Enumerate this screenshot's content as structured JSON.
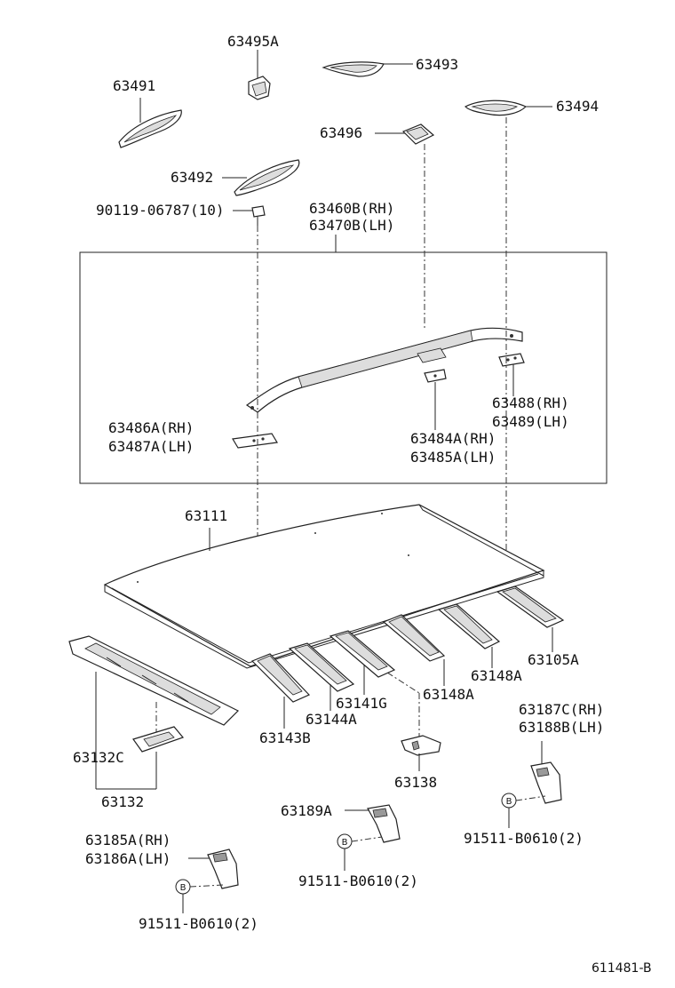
{
  "labels": {
    "p63495A": "63495A",
    "p63493": "63493",
    "p63491": "63491",
    "p63494": "63494",
    "p63496": "63496",
    "p63492": "63492",
    "p90119": "90119-06787(10)",
    "p63460B": "63460B(RH)",
    "p63470B": "63470B(LH)",
    "p63488": "63488(RH)",
    "p63489": "63489(LH)",
    "p63486A": "63486A(RH)",
    "p63487A": "63487A(LH)",
    "p63484A": "63484A(RH)",
    "p63485A": "63485A(LH)",
    "p63111": "63111",
    "p63105A": "63105A",
    "p63148A_1": "63148A",
    "p63148A_2": "63148A",
    "p63141G": "63141G",
    "p63144A": "63144A",
    "p63143B": "63143B",
    "p63132C": "63132C",
    "p63132": "63132",
    "p63138": "63138",
    "p63187C": "63187C(RH)",
    "p63188B": "63188B(LH)",
    "p63189A": "63189A",
    "p91511_right": "91511-B0610(2)",
    "p91511_mid": "91511-B0610(2)",
    "p91511_left": "91511-B0610(2)",
    "p63185A": "63185A(RH)",
    "p63186A": "63186A(LH)",
    "bolt_b1": "B",
    "bolt_b2": "B",
    "bolt_b3": "B",
    "figure_code": "611481-B"
  }
}
